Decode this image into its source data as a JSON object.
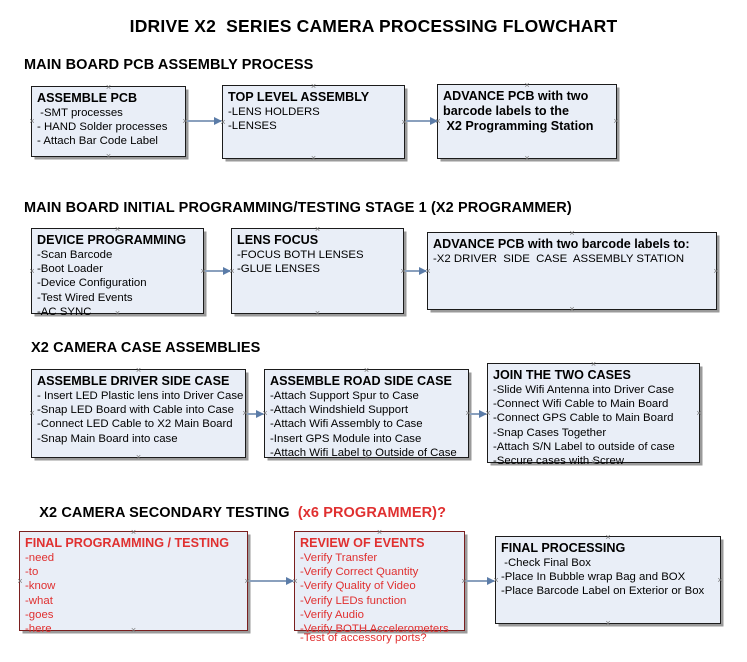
{
  "title": "IDRIVE X2  SERIES CAMERA PROCESSING FLOWCHART",
  "sections": [
    {
      "id": "pcb-assembly",
      "header": "MAIN BOARD PCB ASSEMBLY PROCESS",
      "accent": ""
    },
    {
      "id": "initial-programming",
      "header": "MAIN BOARD INITIAL PROGRAMMING/TESTING STAGE 1 (X2 PROGRAMMER)",
      "accent": ""
    },
    {
      "id": "case-assemblies",
      "header": "X2 CAMERA CASE ASSEMBLIES",
      "accent": ""
    },
    {
      "id": "secondary-testing",
      "header": "X2 CAMERA SECONDARY TESTING  ",
      "accent": "(x6 PROGRAMMER)?"
    }
  ],
  "accent_color": "#e03030",
  "box_fill": "#e9eef7",
  "arrow_color": "#8aa0bd",
  "nodes": {
    "assemble_pcb": {
      "title": "ASSEMBLE PCB",
      "lines": [
        " -SMT processes",
        "- HAND Solder processes",
        "- Attach Bar Code Label"
      ]
    },
    "top_level_assembly": {
      "title": "TOP LEVEL ASSEMBLY",
      "lines": [
        "-LENS HOLDERS",
        "-LENSES"
      ]
    },
    "advance_pcb_station": {
      "title": "ADVANCE PCB with two",
      "lines": [
        "barcode labels to the",
        " X2 Programming Station"
      ]
    },
    "device_programming": {
      "title": "DEVICE PROGRAMMING",
      "lines": [
        "-Scan Barcode",
        "-Boot Loader",
        "-Device Configuration",
        "-Test Wired Events",
        "-AC SYNC"
      ]
    },
    "lens_focus": {
      "title": "LENS FOCUS",
      "lines": [
        "-FOCUS BOTH LENSES",
        "-GLUE LENSES"
      ]
    },
    "advance_pcb_driver_side": {
      "title": "ADVANCE PCB with two barcode labels to:",
      "lines": [
        "-X2 DRIVER  SIDE  CASE  ASSEMBLY STATION"
      ]
    },
    "assemble_driver_side_case": {
      "title": "ASSEMBLE DRIVER SIDE CASE",
      "lines": [
        "- Insert LED Plastic lens into Driver Case",
        "-Snap LED Board with Cable into Case",
        "-Connect LED Cable to X2 Main Board",
        "-Snap Main Board into case"
      ]
    },
    "assemble_road_side_case": {
      "title": "ASSEMBLE ROAD SIDE CASE",
      "lines": [
        "-Attach Support Spur to Case",
        "-Attach Windshield Support",
        "-Attach Wifi Assembly to Case",
        "-Insert GPS Module into Case",
        "-Attach Wifi Label to Outside of Case"
      ]
    },
    "join_the_two_cases": {
      "title": "JOIN THE TWO CASES",
      "lines": [
        "-Slide Wifi Antenna into Driver Case",
        "-Connect Wifi Cable to Main Board",
        "-Connect GPS Cable to Main Board",
        "-Snap Cases Together",
        "-Attach S/N Label to outside of case",
        "-Secure cases with Screw"
      ]
    },
    "final_programming_testing": {
      "title": "FINAL PROGRAMMING / TESTING",
      "lines": [
        "-need",
        "-to",
        "-know",
        "-what",
        "-goes",
        "-here"
      ]
    },
    "review_of_events": {
      "title": "REVIEW OF EVENTS",
      "lines": [
        "-Verify Transfer",
        "-Verify Correct Quantity",
        "-Verify Quality of Video",
        "-Verify LEDs function",
        "-Verify Audio",
        "-Verify BOTH Accelerometers"
      ],
      "overflow_line": "-Test of accessory ports?"
    },
    "final_processing": {
      "title": "FINAL PROCESSING",
      "lines": [
        " -Check Final Box",
        "-Place In Bubble wrap Bag and BOX",
        "-Place Barcode Label on Exterior or Box"
      ]
    }
  }
}
